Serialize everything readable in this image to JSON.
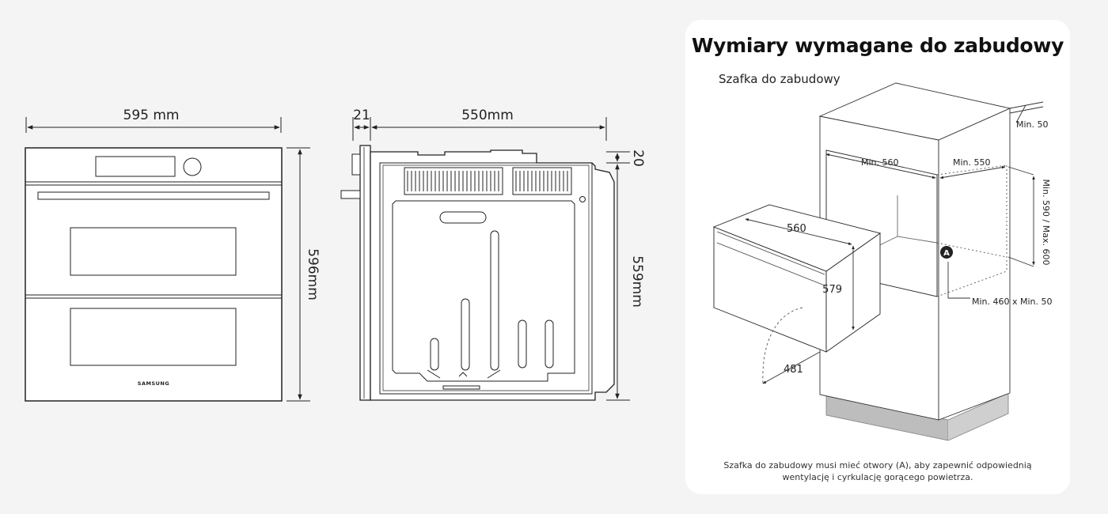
{
  "front_view": {
    "width_label": "595 mm",
    "height_label": "596mm",
    "brand": "SAMSUNG"
  },
  "side_view": {
    "door_label": "21",
    "depth_label": "550mm",
    "top_label": "20",
    "height_label": "559mm"
  },
  "install": {
    "title": "Wymiary wymagane do zabudowy",
    "subtitle": "Szafka do zabudowy",
    "labels": {
      "min_50_top": "Min. 50",
      "min_560": "Min. 560",
      "min_550": "Min. 550",
      "min_590_max_600": "Min. 590 / Max. 600",
      "oven_560": "560",
      "oven_579": "579",
      "oven_481": "481",
      "opening_a": "A",
      "min_460_min_50": "Min. 460 x Min. 50"
    },
    "note": "Szafka do zabudowy musi mieć otwory (A), aby zapewnić odpowiednią wentylację i cyrkulację gorącego powietrza."
  }
}
